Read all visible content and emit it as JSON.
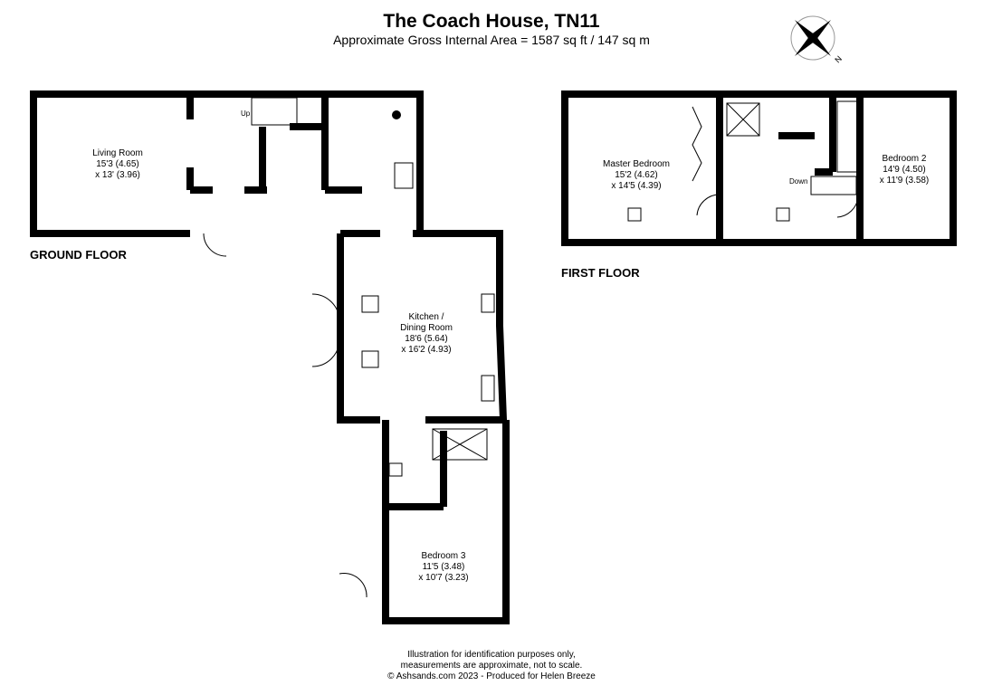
{
  "header": {
    "title": "The Coach House, TN11",
    "subtitle": "Approximate Gross Internal Area = 1587 sq ft / 147 sq m"
  },
  "compass": {
    "icon": "compass-rose-icon",
    "label": "N"
  },
  "ground_floor": {
    "label": "GROUND FLOOR",
    "stairs_label": "Up",
    "rooms": [
      {
        "name": "Living Room",
        "dim1": "15'3 (4.65)",
        "dim2": "x 13' (3.96)"
      },
      {
        "name": "Kitchen /",
        "name2": "Dining Room",
        "dim1": "18'6 (5.64)",
        "dim2": "x 16'2 (4.93)"
      },
      {
        "name": "Bedroom 3",
        "dim1": "11'5 (3.48)",
        "dim2": "x 10'7 (3.23)"
      }
    ]
  },
  "first_floor": {
    "label": "FIRST FLOOR",
    "stairs_label": "Down",
    "rooms": [
      {
        "name": "Master Bedroom",
        "dim1": "15'2 (4.62)",
        "dim2": "x 14'5 (4.39)"
      },
      {
        "name": "Bedroom 2",
        "dim1": "14'9 (4.50)",
        "dim2": "x 11'9 (3.58)"
      }
    ]
  },
  "footer": {
    "line1": "Illustration for identification purposes only,",
    "line2": "measurements are approximate, not to scale.",
    "line3": "© Ashsands.com 2023 - Produced for Helen Breeze"
  },
  "colors": {
    "wall": "#000000",
    "background": "#ffffff"
  }
}
